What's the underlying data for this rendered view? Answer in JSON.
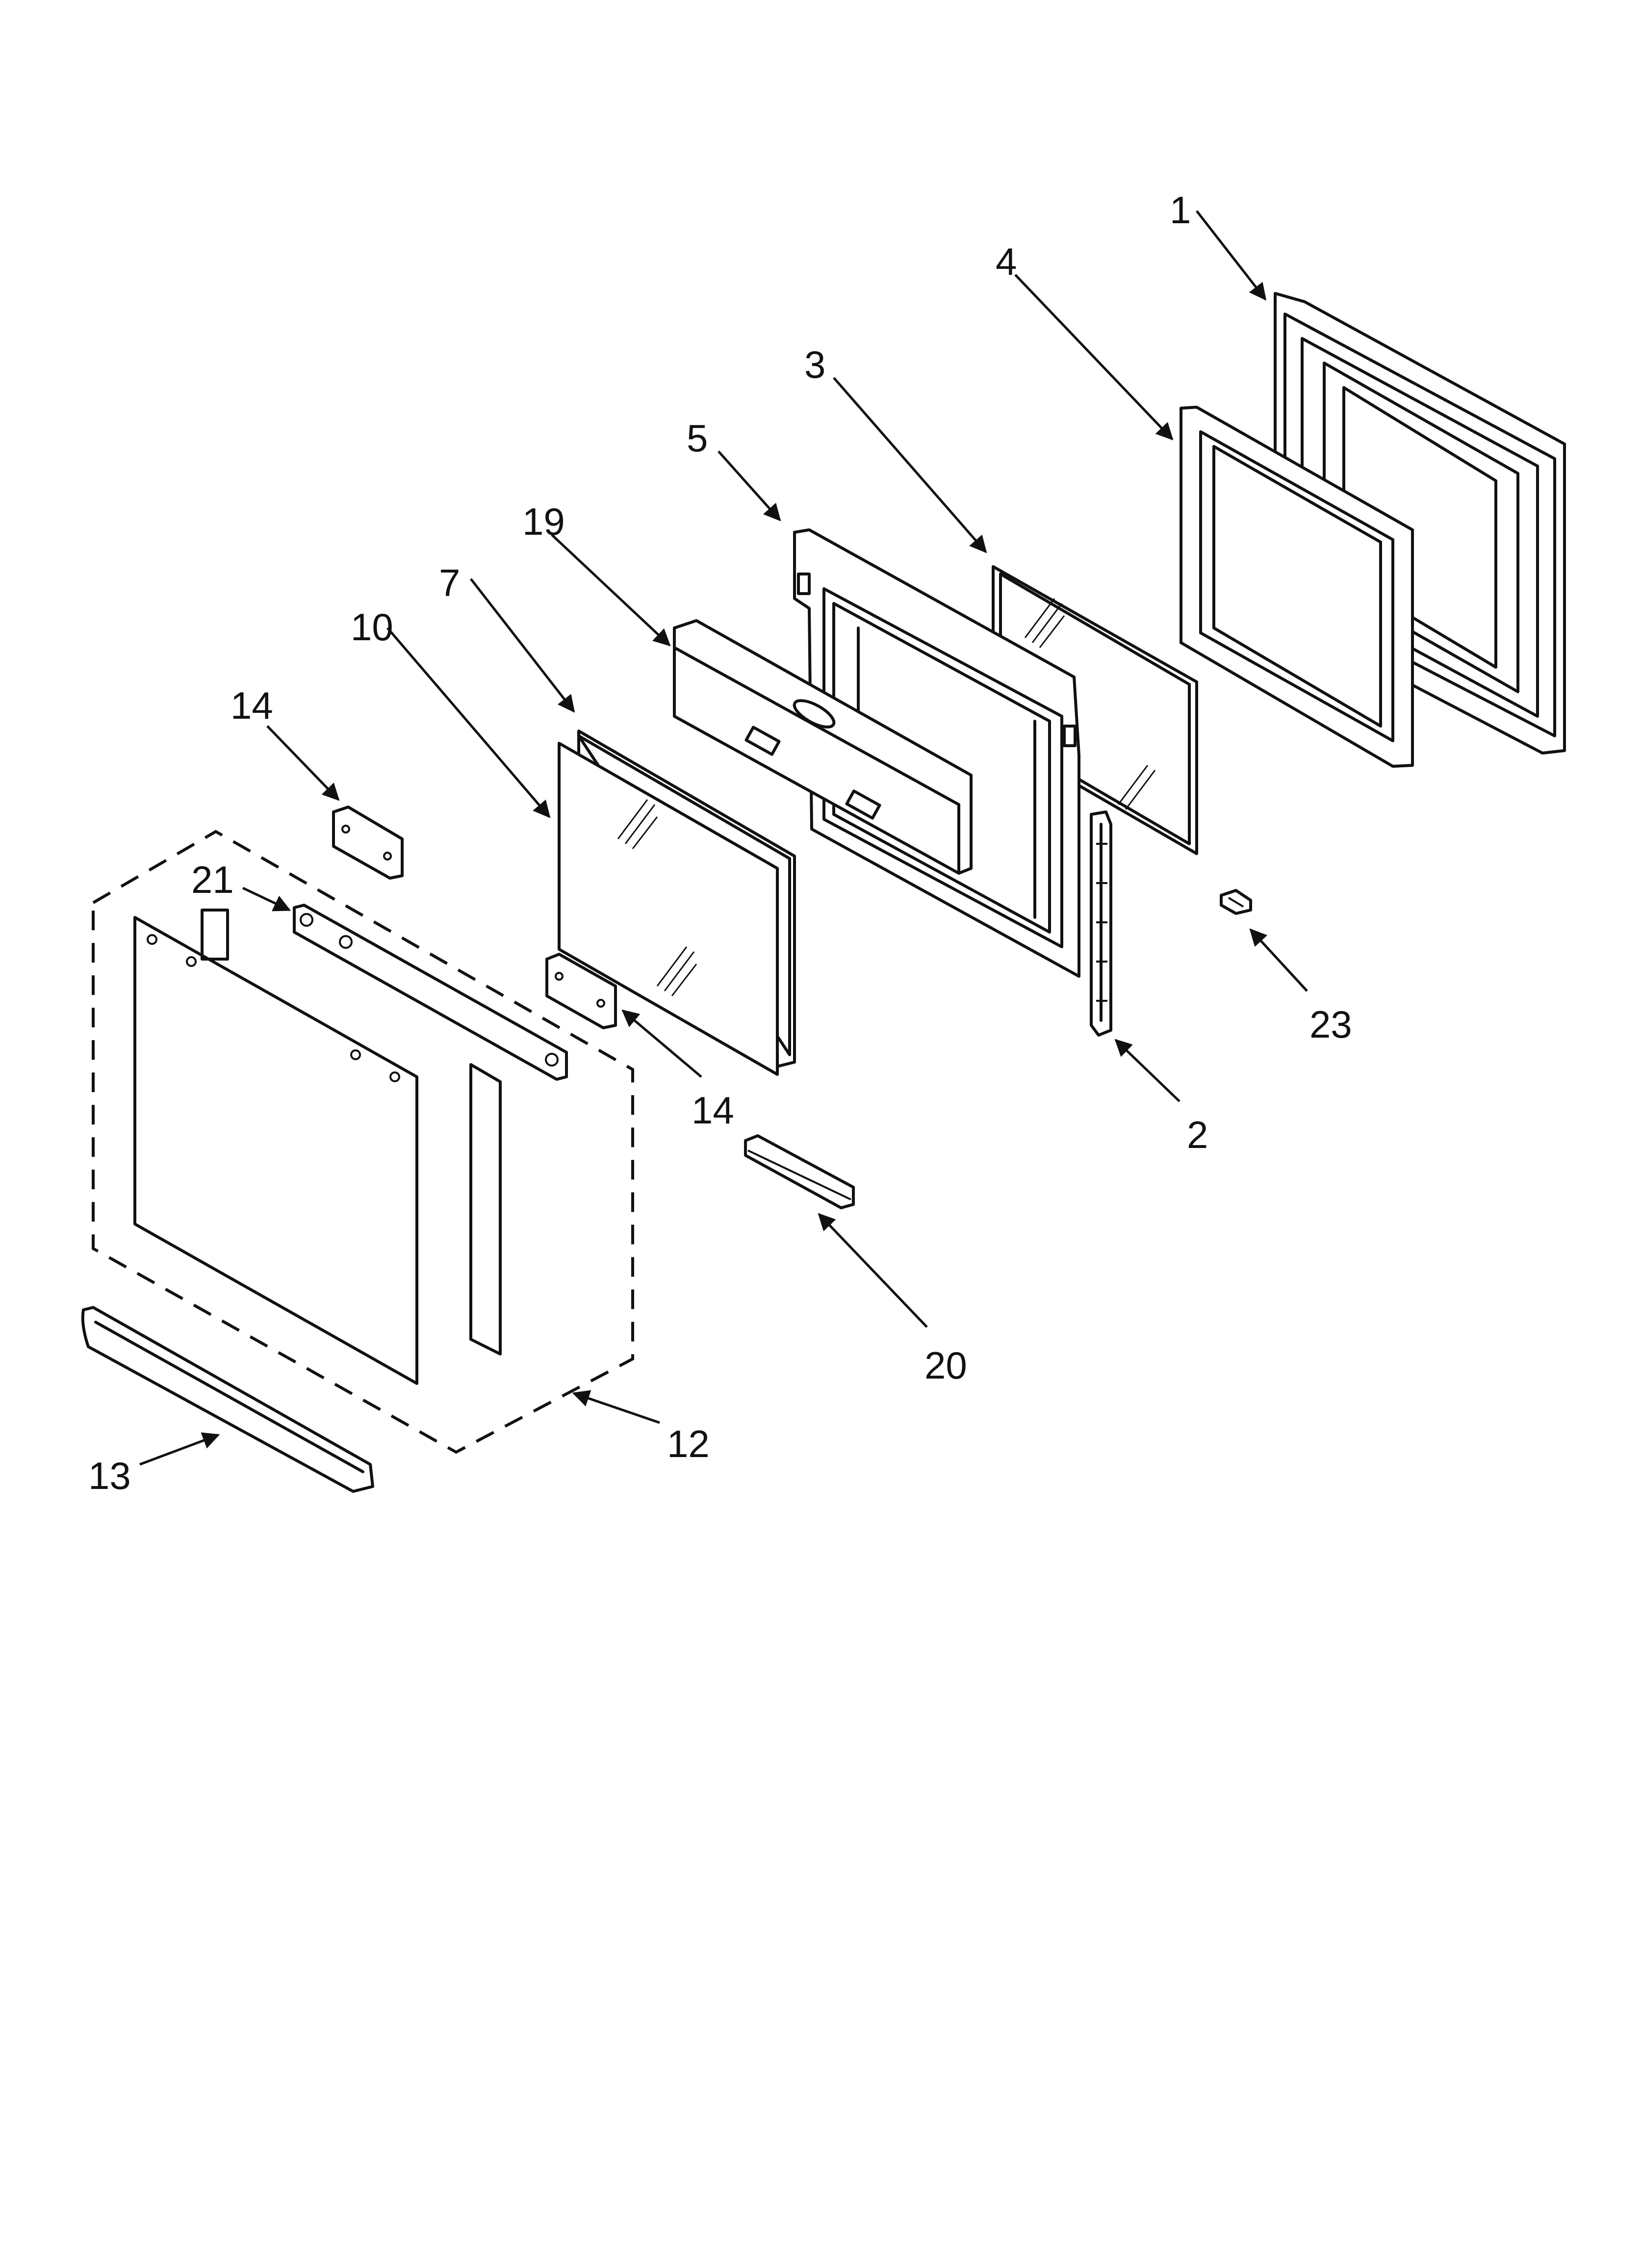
{
  "diagram": {
    "callouts": {
      "c1": "1",
      "c2": "2",
      "c3": "3",
      "c4": "4",
      "c5": "5",
      "c7": "7",
      "c10": "10",
      "c12": "12",
      "c13": "13",
      "c14a": "14",
      "c14b": "14",
      "c19": "19",
      "c20": "20",
      "c21": "21",
      "c23": "23"
    }
  }
}
